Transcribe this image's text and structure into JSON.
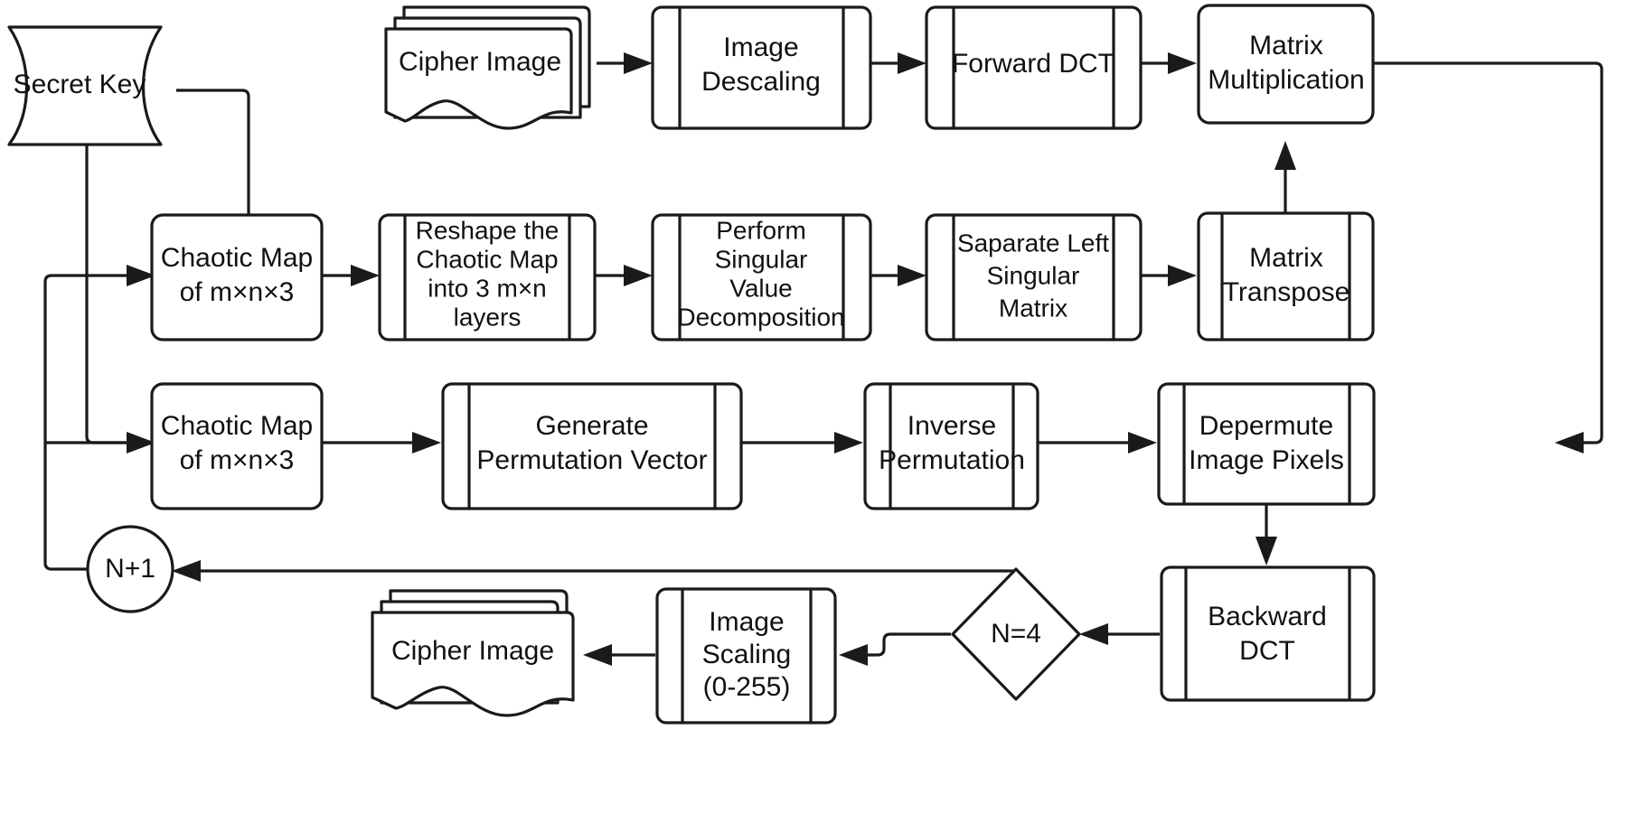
{
  "diagram": {
    "title": "Image Decryption Flowchart",
    "colors": {
      "stroke": "#1a1a1a",
      "fill": "#ffffff",
      "text": "#111111",
      "background": "#ffffff"
    },
    "nodes": {
      "secret_key": {
        "label": "Secret Key",
        "shape": "tape"
      },
      "cipher_image_in": {
        "label": "Cipher Image",
        "shape": "multi-document"
      },
      "image_descaling": {
        "label_line1": "Image",
        "label_line2": "Descaling",
        "shape": "predefined-process"
      },
      "forward_dct": {
        "label": "Forward DCT",
        "shape": "predefined-process"
      },
      "matrix_multiplication": {
        "label_line1": "Matrix",
        "label_line2": "Multiplication",
        "shape": "process"
      },
      "chaotic_map_row2": {
        "label_line1": "Chaotic Map",
        "label_line2": "of m×n×3",
        "shape": "process"
      },
      "reshape_chaotic_map": {
        "label_line1": "Reshape the",
        "label_line2": "Chaotic Map",
        "label_line3": "into 3 m×n",
        "label_line4": "layers",
        "shape": "predefined-process"
      },
      "perform_svd": {
        "label_line1": "Perform",
        "label_line2": "Singular",
        "label_line3": "Value",
        "label_line4": "Decomposition",
        "shape": "predefined-process"
      },
      "separate_left_singular": {
        "label_line1": "Saparate Left",
        "label_line2": "Singular",
        "label_line3": "Matrix",
        "shape": "predefined-process"
      },
      "matrix_transpose": {
        "label_line1": "Matrix",
        "label_line2": "Transpose",
        "shape": "predefined-process"
      },
      "chaotic_map_row3": {
        "label_line1": "Chaotic Map",
        "label_line2": "of m×n×3",
        "shape": "process"
      },
      "generate_permutation_vector": {
        "label_line1": "Generate",
        "label_line2": "Permutation Vector",
        "shape": "predefined-process"
      },
      "inverse_permutation": {
        "label_line1": "Inverse",
        "label_line2": "Permutation",
        "shape": "predefined-process"
      },
      "depermute_image_pixels": {
        "label_line1": "Depermute",
        "label_line2": "Image Pixels",
        "shape": "predefined-process"
      },
      "counter": {
        "label": "N+1",
        "shape": "circle"
      },
      "decision": {
        "label": "N=4",
        "shape": "diamond"
      },
      "backward_dct": {
        "label_line1": "Backward",
        "label_line2": "DCT",
        "shape": "predefined-process"
      },
      "image_scaling": {
        "label_line1": "Image",
        "label_line2": "Scaling",
        "label_line3": "(0-255)",
        "shape": "predefined-process"
      },
      "cipher_image_out": {
        "label": "Cipher Image",
        "shape": "multi-document"
      }
    },
    "edges": [
      {
        "from": "secret_key",
        "to": "chaotic_map_row2"
      },
      {
        "from": "secret_key",
        "to": "chaotic_map_row3"
      },
      {
        "from": "cipher_image_in",
        "to": "image_descaling"
      },
      {
        "from": "image_descaling",
        "to": "forward_dct"
      },
      {
        "from": "forward_dct",
        "to": "matrix_multiplication"
      },
      {
        "from": "chaotic_map_row2",
        "to": "reshape_chaotic_map"
      },
      {
        "from": "reshape_chaotic_map",
        "to": "perform_svd"
      },
      {
        "from": "perform_svd",
        "to": "separate_left_singular"
      },
      {
        "from": "separate_left_singular",
        "to": "matrix_transpose"
      },
      {
        "from": "matrix_transpose",
        "to": "matrix_multiplication"
      },
      {
        "from": "chaotic_map_row3",
        "to": "generate_permutation_vector"
      },
      {
        "from": "generate_permutation_vector",
        "to": "inverse_permutation"
      },
      {
        "from": "inverse_permutation",
        "to": "depermute_image_pixels"
      },
      {
        "from": "matrix_multiplication",
        "to": "depermute_image_pixels"
      },
      {
        "from": "depermute_image_pixels",
        "to": "backward_dct"
      },
      {
        "from": "backward_dct",
        "to": "decision"
      },
      {
        "from": "decision",
        "to": "image_scaling"
      },
      {
        "from": "decision",
        "to": "counter"
      },
      {
        "from": "counter",
        "to": "chaotic_map_row2"
      },
      {
        "from": "counter",
        "to": "chaotic_map_row3"
      },
      {
        "from": "image_scaling",
        "to": "cipher_image_out"
      }
    ]
  }
}
